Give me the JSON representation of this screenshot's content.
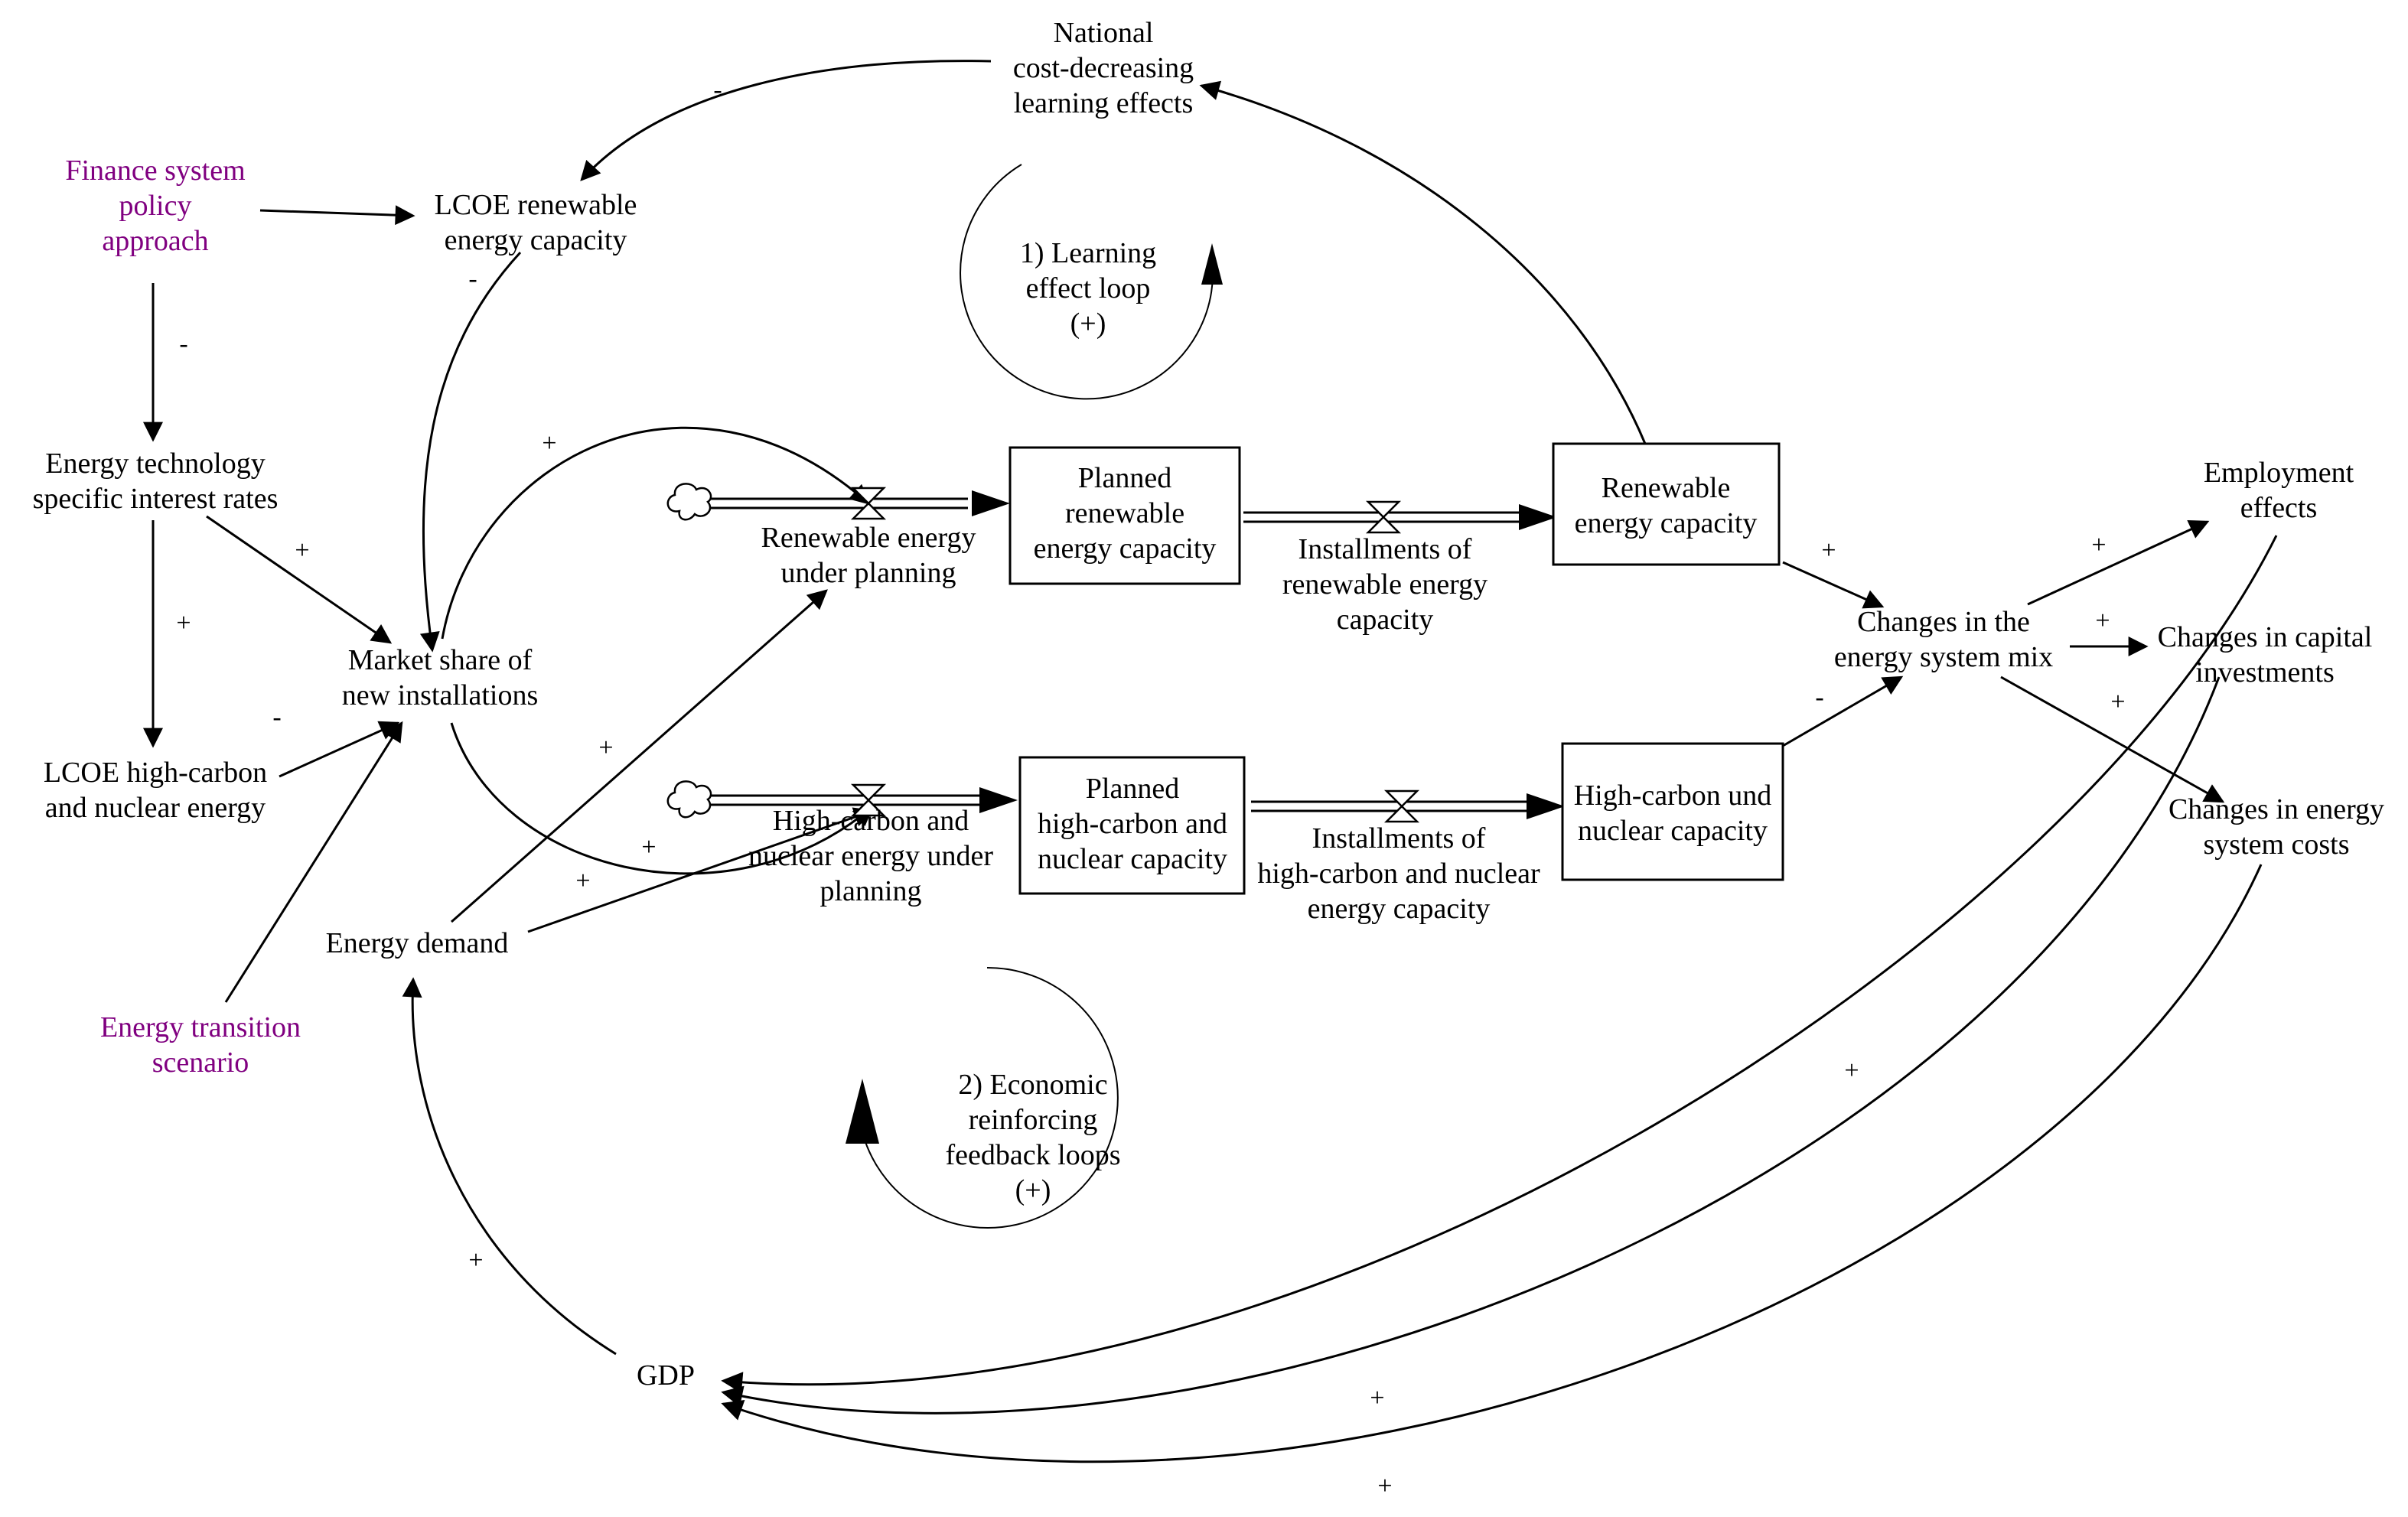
{
  "colors": {
    "ink": "#000000",
    "policy": "#800080",
    "background": "#ffffff"
  },
  "variables": {
    "national_learning": [
      "National",
      "cost-decreasing",
      "learning effects"
    ],
    "finance_policy": [
      "Finance system",
      "policy",
      "approach"
    ],
    "lcoe_renewable": [
      "LCOE renewable",
      "energy capacity"
    ],
    "interest_rates": [
      "Energy technology",
      "specific interest rates"
    ],
    "market_share": [
      "Market share of",
      "new installations"
    ],
    "lcoe_highcarbon": [
      "LCOE high-carbon",
      "and nuclear energy"
    ],
    "energy_demand": [
      "Energy demand"
    ],
    "transition_scenario": [
      "Energy transition",
      "scenario"
    ],
    "gdp": [
      "GDP"
    ],
    "renewable_under_planning": [
      "Renewable energy",
      "under planning"
    ],
    "highcarbon_under_planning": [
      "High-carbon and",
      "nuclear energy under",
      "planning"
    ],
    "installments_renewable": [
      "Installments of",
      "renewable energy",
      "capacity"
    ],
    "installments_highcarbon": [
      "Installments of",
      "high-carbon and nuclear",
      "energy capacity"
    ],
    "changes_mix": [
      "Changes in the",
      "energy system mix"
    ],
    "employment": [
      "Employment",
      "effects"
    ],
    "capital_investments": [
      "Changes in capital",
      "investments"
    ],
    "system_costs": [
      "Changes in energy",
      "system costs"
    ]
  },
  "stocks": {
    "planned_renewable": [
      "Planned",
      "renewable",
      "energy capacity"
    ],
    "renewable_capacity": [
      "Renewable",
      "energy capacity"
    ],
    "planned_highcarbon": [
      "Planned",
      "high-carbon and",
      "nuclear capacity"
    ],
    "highcarbon_capacity": [
      "High-carbon und",
      "nuclear capacity"
    ]
  },
  "loops": {
    "learning": [
      "1) Learning",
      "effect loop",
      "(+)"
    ],
    "economic": [
      "2) Economic",
      "reinforcing",
      "feedback loops",
      "(+)"
    ]
  },
  "signs": {
    "learning_to_lcoe": "-",
    "lcoe_to_market": "-",
    "finance_to_interest": "-",
    "interest_to_market": "+",
    "interest_to_lcoe_hc": "+",
    "lcoe_hc_to_market": "-",
    "market_to_renewable": "+",
    "market_to_highcarbon": "+",
    "demand_to_renewable": "+",
    "demand_to_highcarbon": "+",
    "renewable_to_mix": "+",
    "highcarbon_to_mix": "-",
    "mix_to_employment": "+",
    "mix_to_capital": "+",
    "mix_to_costs": "+",
    "employment_to_gdp": "+",
    "capital_to_gdp": "+",
    "costs_to_gdp": "+",
    "gdp_to_demand": "+"
  }
}
